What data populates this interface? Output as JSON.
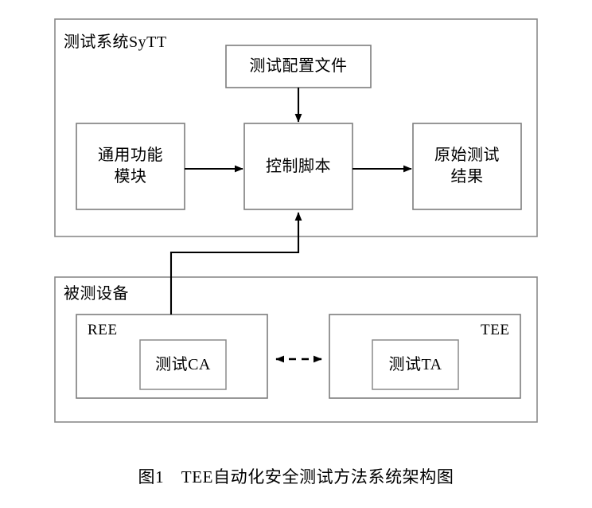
{
  "figure": {
    "caption": "图1　TEE自动化安全测试方法系统架构图",
    "background_color": "#ffffff",
    "line_color": "#000000",
    "box_border_color": "#7d7d7d"
  },
  "containers": [
    {
      "id": "test-system",
      "label": "测试系统SyTT",
      "label_position": "top-left"
    },
    {
      "id": "device-under-test",
      "label": "被测设备",
      "label_position": "top-left"
    }
  ],
  "nodes": [
    {
      "id": "test-config-file",
      "label": "测试配置文件",
      "parent": "test-system"
    },
    {
      "id": "general-function-module",
      "label": "通用功能\n模块",
      "parent": "test-system"
    },
    {
      "id": "control-script",
      "label": "控制脚本",
      "parent": "test-system"
    },
    {
      "id": "raw-test-result",
      "label": "原始测试\n结果",
      "parent": "test-system"
    },
    {
      "id": "ree",
      "label": "REE",
      "parent": "device-under-test"
    },
    {
      "id": "tee",
      "label": "TEE",
      "parent": "device-under-test"
    },
    {
      "id": "test-ca",
      "label": "测试CA",
      "parent": "ree"
    },
    {
      "id": "test-ta",
      "label": "测试TA",
      "parent": "tee"
    }
  ],
  "connections": [
    {
      "id": "config-to-control",
      "from": "test-config-file",
      "to": "control-script",
      "style": "solid",
      "arrows": "single",
      "direction": "down"
    },
    {
      "id": "module-to-control",
      "from": "general-function-module",
      "to": "control-script",
      "style": "solid",
      "arrows": "single",
      "direction": "right"
    },
    {
      "id": "control-to-result",
      "from": "control-script",
      "to": "raw-test-result",
      "style": "solid",
      "arrows": "single",
      "direction": "right"
    },
    {
      "id": "ree-to-control",
      "from": "ree",
      "to": "control-script",
      "style": "solid",
      "arrows": "single",
      "direction": "up"
    },
    {
      "id": "ca-to-ta",
      "from": "test-ca",
      "to": "test-ta",
      "style": "dashed",
      "arrows": "double",
      "direction": "horizontal"
    }
  ]
}
